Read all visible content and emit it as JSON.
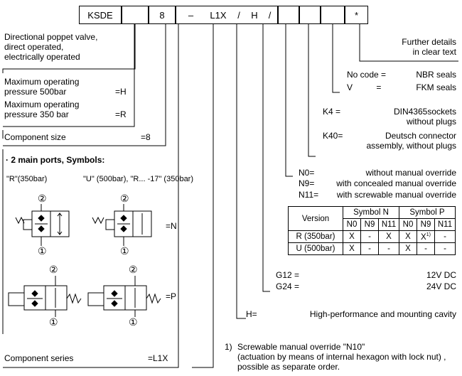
{
  "code": {
    "boxes": [
      "KSDE",
      "",
      "8",
      "",
      "L1X",
      "H",
      "",
      "",
      "",
      "*"
    ],
    "sep_dash": "–",
    "sep_slash": "/"
  },
  "left": {
    "valve_desc": "Directional poppet valve,\ndirect operated,\nelectrically operated",
    "pressure500": "Maximum operating\npressure 500bar",
    "pressure500_code": "=H",
    "pressure350": "Maximum operating\npressure 350 bar",
    "pressure350_code": "=R",
    "component_size": "Component size",
    "component_size_code": "=8",
    "main_ports": "· 2 main ports, Symbols:",
    "r_label": "\"R\"(350bar)",
    "u_label": "\"U\" (500bar), \"R... -17\" (350bar)",
    "n_code": "=N",
    "p_code": "=P",
    "port_top": "②",
    "port_bottom": "①",
    "component_series": "Component series",
    "component_series_code": "=L1X"
  },
  "right": {
    "further_details": "Further details\nin clear text",
    "seals": [
      {
        "code": "No code =",
        "desc": "NBR seals"
      },
      {
        "code": "V          =",
        "desc": "FKM seals"
      }
    ],
    "connectors": [
      {
        "code": "K4 =",
        "desc": "DIN4365sockets\nwithout plugs"
      },
      {
        "code": "K40=",
        "desc": "Deutsch connector\nassembly, without plugs"
      }
    ],
    "overrides": [
      {
        "code": "N0=",
        "desc": "without manual override"
      },
      {
        "code": "N9=",
        "desc": "with concealed manual override"
      },
      {
        "code": "N11=",
        "desc": "with screwable manual override"
      }
    ],
    "voltages": [
      {
        "code": "G12 =",
        "desc": "12V DC"
      },
      {
        "code": "G24 =",
        "desc": "24V DC"
      }
    ],
    "cavity": {
      "code": "H=",
      "desc": "High-performance and mounting cavity"
    },
    "footnote_num": "1)",
    "footnote": "Screwable manual override \"N10\"\n(actuation by means of internal hexagon with lock nut) ,\npossible as separate order."
  },
  "table": {
    "version_header": "Version",
    "symbol_n": "Symbol N",
    "symbol_p": "Symbol P",
    "sub_headers": [
      "N0",
      "N9",
      "N11",
      "N0",
      "N9",
      "N11"
    ],
    "rows": [
      {
        "version": "R (350bar)",
        "cells": [
          "X",
          "-",
          "X",
          "X",
          "X",
          "-"
        ],
        "sup": "1)"
      },
      {
        "version": "U (500bar)",
        "cells": [
          "X",
          "-",
          "-",
          "X",
          "-",
          "-"
        ],
        "sup": ""
      }
    ]
  }
}
